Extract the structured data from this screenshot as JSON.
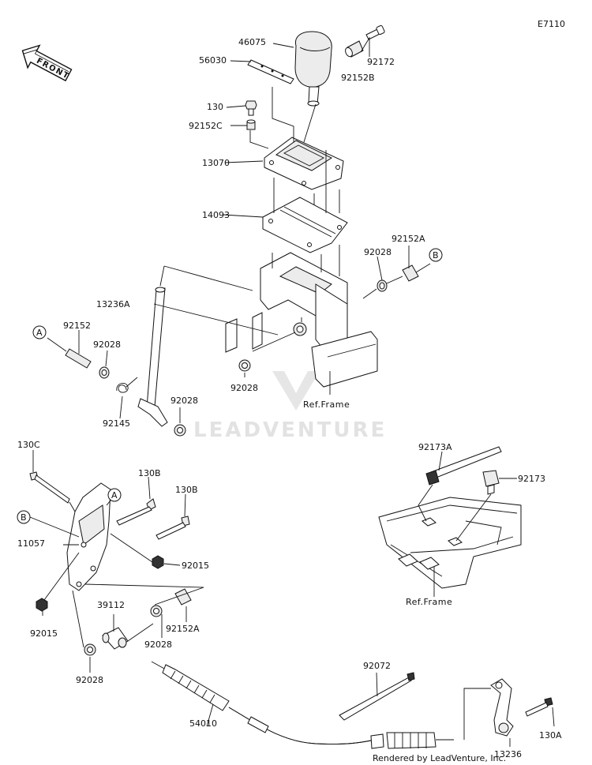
{
  "diagram": {
    "code": "E7110",
    "footer": "Rendered by LeadVenture, Inc.",
    "watermark": "LEADVENTURE",
    "front_label": "FRONT",
    "ref_frame_label": "Ref.Frame",
    "markers": {
      "a": "A",
      "b": "B"
    },
    "parts": {
      "p46075": "46075",
      "p92172": "92172",
      "p56030": "56030",
      "p92152B": "92152B",
      "p130": "130",
      "p92152C": "92152C",
      "p13070": "13070",
      "p14093": "14093",
      "p92152A_top": "92152A",
      "p92028_top": "92028",
      "p13236A": "13236A",
      "p92152": "92152",
      "p92028_left": "92028",
      "p92145": "92145",
      "p92028_lower": "92028",
      "p92028_center": "92028",
      "p130C": "130C",
      "p130B_1": "130B",
      "p130B_2": "130B",
      "p11057": "11057",
      "p92015_right": "92015",
      "p92015_left": "92015",
      "p39112": "39112",
      "p92152A_mid": "92152A",
      "p92028_mid": "92028",
      "p92028_bottom": "92028",
      "p54010": "54010",
      "p92072": "92072",
      "p92173A": "92173A",
      "p92173": "92173",
      "p13236": "13236",
      "p130A": "130A"
    }
  }
}
